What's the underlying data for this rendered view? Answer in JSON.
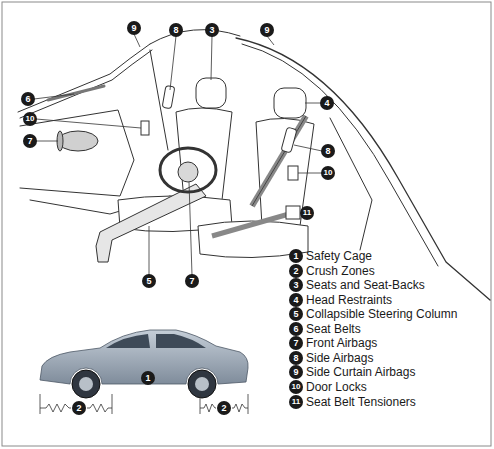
{
  "diagram": {
    "labels": [
      "9",
      "8",
      "3",
      "9",
      "6",
      "4",
      "10",
      "7",
      "8",
      "10",
      "11",
      "5",
      "7",
      "1",
      "2",
      "2",
      "1",
      "2",
      "3",
      "4",
      "5",
      "6",
      "7",
      "8",
      "9",
      "10",
      "11"
    ],
    "legend": [
      {
        "text": "Safety Cage"
      },
      {
        "text": "Crush Zones"
      },
      {
        "text": "Seats and Seat-Backs"
      },
      {
        "text": "Head Restraints"
      },
      {
        "text": "Collapsible Steering Column"
      },
      {
        "text": "Seat Belts"
      },
      {
        "text": "Front Airbags"
      },
      {
        "text": "Side Airbags"
      },
      {
        "text": "Side Curtain Airbags"
      },
      {
        "text": "Door Locks"
      },
      {
        "text": "Seat Belt Tensioners"
      }
    ]
  }
}
